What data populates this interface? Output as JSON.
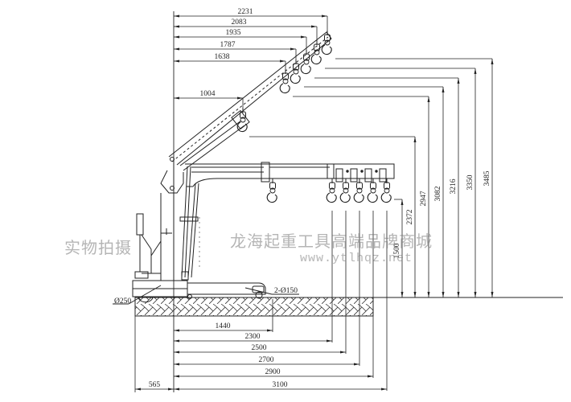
{
  "drawing": {
    "subject": "hydraulic floor crane side elevation with dimensions",
    "top_reach_dims": [
      "2231",
      "2083",
      "1935",
      "1787",
      "1638"
    ],
    "min_reach_dim": "1004",
    "height_dims": [
      "1500",
      "2372",
      "2947",
      "3082",
      "3216",
      "3350",
      "3485"
    ],
    "bottom_dims": [
      "1440",
      "2300",
      "2500",
      "2700",
      "2900",
      "3100"
    ],
    "rear_dim": "565",
    "front_wheel_label": "2-Ø150",
    "rear_wheel_label": "Ø250"
  },
  "watermark": {
    "left_text": "实物拍摄",
    "center_text": "龙海起重工具高端品牌商城",
    "url": "www.ytlhqz.net"
  },
  "colors": {
    "line": "#222222",
    "watermark": "#888888",
    "background": "#ffffff"
  }
}
